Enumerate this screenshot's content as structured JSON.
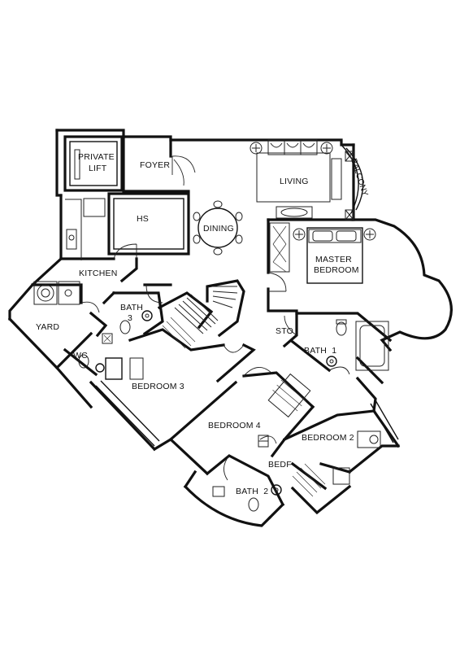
{
  "rooms": {
    "private_lift_line1": "PRIVATE",
    "private_lift_line2": "LIFT",
    "foyer": "FOYER",
    "living": "LIVING",
    "balcony": "BALCONY",
    "hs": "HS",
    "dining": "DINING",
    "kitchen": "KITCHEN",
    "master_bedroom_line1": "MASTER",
    "master_bedroom_line2": "BEDROOM",
    "bath3_line1": "BATH",
    "bath3_line2": "3",
    "yard": "YARD",
    "wc": "WC",
    "sto": "STO",
    "bath1": "BATH  1",
    "bedroom3": "BEDROOM 3",
    "bedroom4": "BEDROOM 4",
    "bedroom2": "BEDROOM 2",
    "bedf": "BEDF",
    "bath2": "BATH  2"
  }
}
